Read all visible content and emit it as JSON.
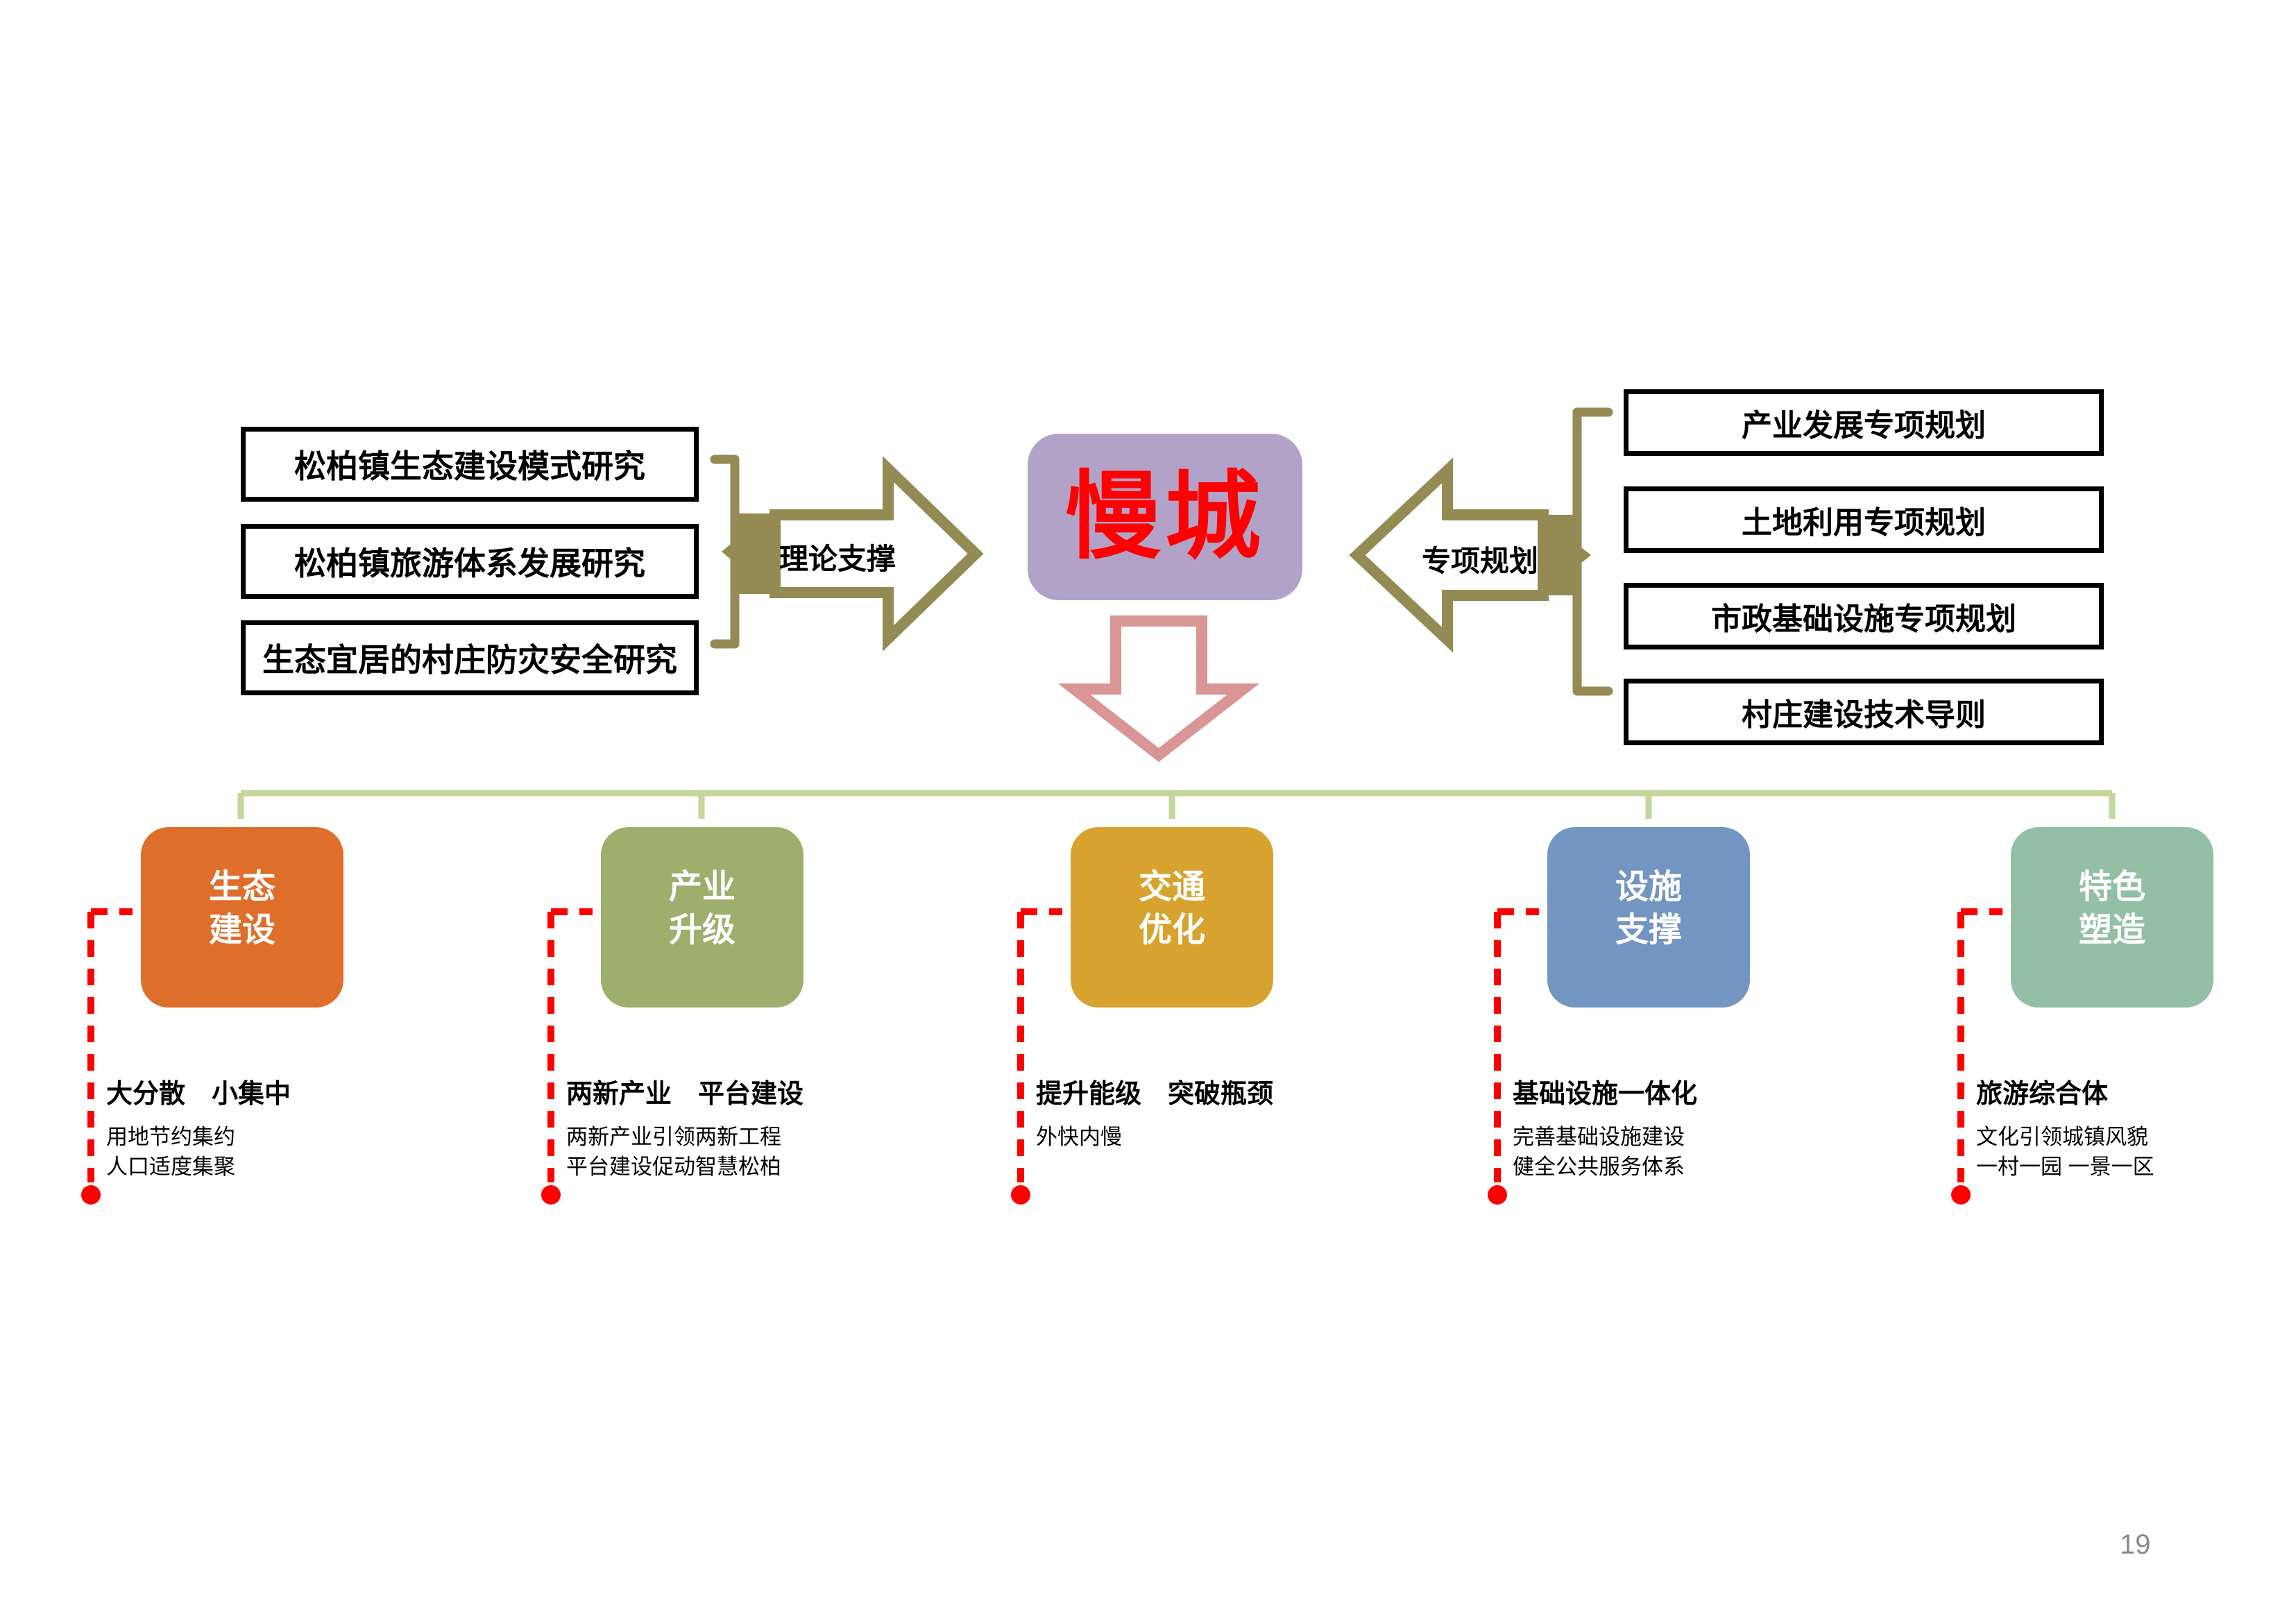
{
  "slide": {
    "page_number": "19"
  },
  "studies": {
    "items": [
      "松柏镇生态建设模式研究",
      "松柏镇旅游体系发展研究",
      "生态宜居的村庄防灾安全研究"
    ]
  },
  "theory_arrow": {
    "label": "理论支撑"
  },
  "plans_arrow": {
    "label": "专项规划"
  },
  "center": {
    "label": "慢城"
  },
  "plans": {
    "items": [
      "产业发展专项规划",
      "土地利用专项规划",
      "市政基础设施专项规划",
      "村庄建设技术导则"
    ]
  },
  "strategies": [
    {
      "title_line1": "生态",
      "title_line2": "建设",
      "heading": "大分散　小集中",
      "line1": "用地节约集约",
      "line2": "人口适度集聚"
    },
    {
      "title_line1": "产业",
      "title_line2": "升级",
      "heading": "两新产业　平台建设",
      "line1": "两新产业引领两新工程",
      "line2": "平台建设促动智慧松柏"
    },
    {
      "title_line1": "交通",
      "title_line2": "优化",
      "heading": "提升能级　突破瓶颈",
      "line1": "外快内慢",
      "line2": ""
    },
    {
      "title_line1": "设施",
      "title_line2": "支撑",
      "heading": "基础设施一体化",
      "line1": "完善基础设施建设",
      "line2": "健全公共服务体系"
    },
    {
      "title_line1": "特色",
      "title_line2": "塑造",
      "heading": "旅游综合体",
      "line1": "文化引领城镇风貌",
      "line2": "一村一园 一景一区"
    }
  ],
  "colors": {
    "s1": "#DF6E2B",
    "s2": "#9CAF6D",
    "s3": "#D7A32E",
    "s4": "#7295C1",
    "s5": "#93BFA4",
    "purple": "#B2A2C7",
    "center-text": "#FF0000",
    "pink": "#D99694",
    "olive": "#948A54",
    "lgreen": "#C3D69B",
    "red": "#FF0000",
    "page-gray": "#898989"
  }
}
